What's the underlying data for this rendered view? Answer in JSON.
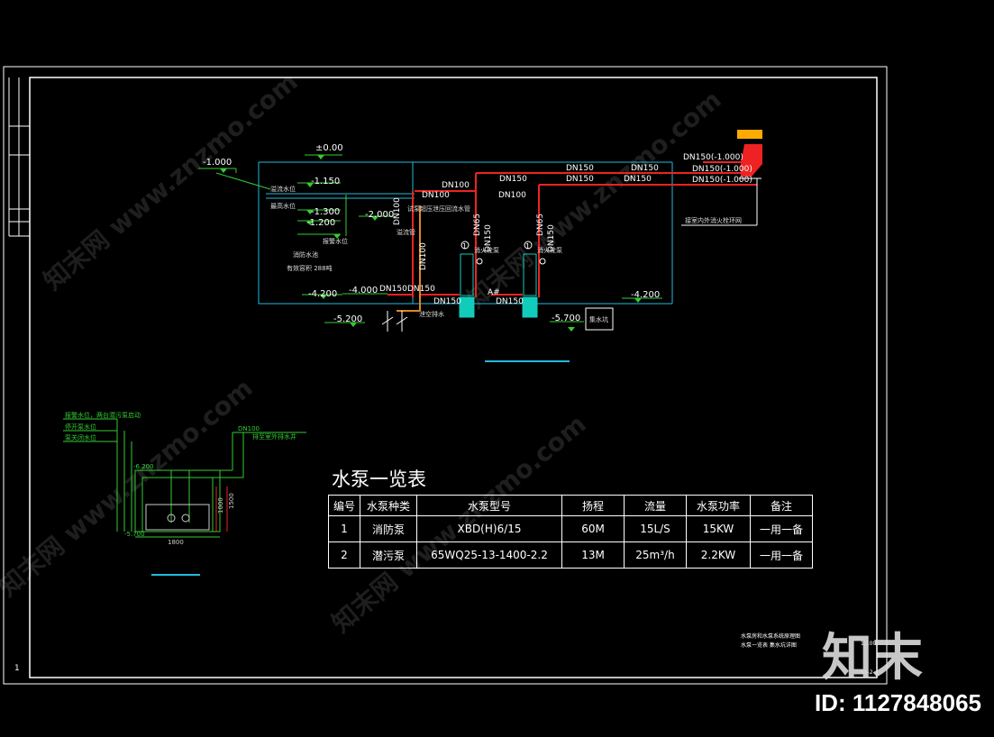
{
  "labels": {
    "zero": "±0.00",
    "l_m1000": "-1.000",
    "l_m1150": "-1.150",
    "l_m1300": "-1.300",
    "l_m1200": "-1.200",
    "l_m2000": "-2.000",
    "l_m4200a": "-4.200",
    "l_m4000": "-4.000",
    "l_m5200": "-5.200",
    "l_m5700": "-5.700",
    "l_m4200b": "-4.200",
    "overflow": "溢流水位",
    "highwater": "最高水位",
    "alarm": "报警水位",
    "pool": "消防水池",
    "volume": "有效容积 288吨",
    "test_pipe": "试泵超压泄压回流水管",
    "overflow_pipe": "溢流管",
    "drain": "泄空排水",
    "sump": "集水坑",
    "indoor": "接室内外消火栓环网",
    "pump1": "消火栓泵",
    "pump2": "消火栓泵",
    "dn100_1": "DN100",
    "dn100_2": "DN100",
    "dn100_3": "DN100",
    "dn100_v": "DN100",
    "dn100_v2": "DN100",
    "dn150_a": "DN150",
    "dn150_b": "DN150",
    "dn150_c": "DN150",
    "dn150_d": "DN150",
    "dn150_e": "DN150",
    "dn150_f": "DN150",
    "dn150_g": "DN150",
    "dn150_h": "DN150",
    "dn150_i": "DN150",
    "dn150_v1": "DN150",
    "dn150_v2": "DN150",
    "dn65_1": "DN65",
    "dn65_2": "DN65",
    "out1": "DN150(-1.000)",
    "out2": "DN150(-1.000)",
    "out3": "DN150(-1.000)",
    "circle1": "1",
    "circle2": "1",
    "am": "A#",
    "sump_a1": "报警水位，两台潜污泵启动",
    "sump_a2": "停开泵水位",
    "sump_a3": "泵关闭水位",
    "sump_dn": "DN100",
    "sump_out": "排至室外排水井",
    "sump_l1": "-6.200",
    "sump_l2": "-5.700",
    "sump_w": "1800",
    "sump_h1": "1000",
    "sump_h2": "1500",
    "corner1": "1:100",
    "corner2": "SS-2",
    "note1": "水泵房和水泵系统原理图",
    "note2": "水泵一览表  集水坑详图",
    "sheet_mark": "1"
  },
  "table": {
    "title": "水泵一览表",
    "headers": [
      "编号",
      "水泵种类",
      "水泵型号",
      "扬程",
      "流量",
      "水泵功率",
      "备注"
    ],
    "rows": [
      [
        "1",
        "消防泵",
        "XBD(H)6/15",
        "60M",
        "15L/S",
        "15KW",
        "一用一备"
      ],
      [
        "2",
        "潜污泵",
        "65WQ25-13-1400-2.2",
        "13M",
        "25m³/h",
        "2.2KW",
        "一用一备"
      ]
    ]
  },
  "brand": {
    "logo": "知末",
    "id": "ID: 1127848065",
    "wm1": "知末网 www.znzmo.com",
    "wm2": "知末网 www.znzmo.com",
    "wm3": "知末网 www.znzmo.com",
    "wm4": "知末网 www.znzmo.com"
  }
}
